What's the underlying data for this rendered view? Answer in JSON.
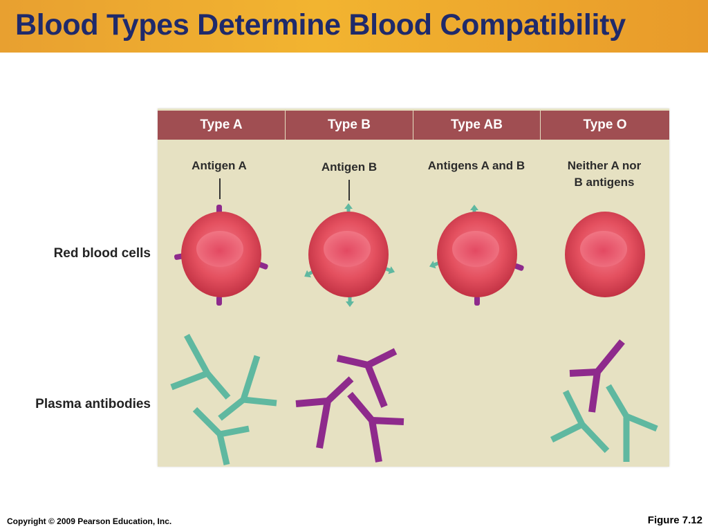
{
  "slide": {
    "title": "Blood Types Determine Blood Compatibility",
    "copyright": "Copyright © 2009 Pearson Education, Inc.",
    "figure_label": "Figure 7.12"
  },
  "figure": {
    "columns": [
      {
        "header": "Type A",
        "antigen_text": "Antigen A",
        "antigens": [
          "A"
        ],
        "antibodies": [
          "anti-B"
        ]
      },
      {
        "header": "Type B",
        "antigen_text": "Antigen B",
        "antigens": [
          "B"
        ],
        "antibodies": [
          "anti-A"
        ]
      },
      {
        "header": "Type AB",
        "antigen_text": "Antigens A and B",
        "antigens": [
          "A",
          "B"
        ],
        "antibodies": []
      },
      {
        "header": "Type O",
        "antigen_text": "Neither A nor\nB antigens",
        "antigens": [],
        "antibodies": [
          "anti-A",
          "anti-B"
        ]
      }
    ],
    "row_labels": {
      "cells": "Red blood cells",
      "antibodies": "Plasma antibodies"
    },
    "colors": {
      "header_bg": "#a04e52",
      "panel_bg": "#e6e1c2",
      "cell": "#e0485a",
      "antigen_a": "#8e2a8c",
      "antigen_b": "#5fb8a0",
      "title_text": "#1f2a6b",
      "title_bar": "#f2b430"
    }
  }
}
